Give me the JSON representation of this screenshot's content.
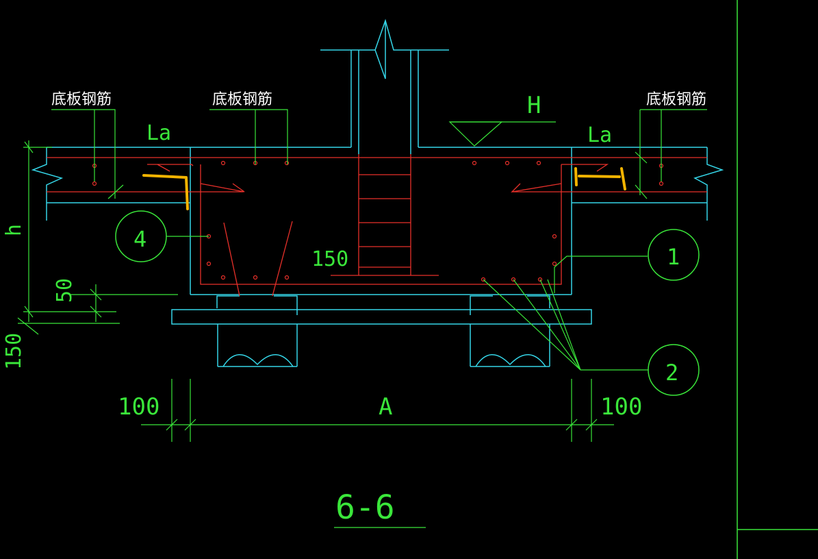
{
  "section_label": "6-6",
  "elevation_label": "H",
  "notes": {
    "left": "底板钢筋",
    "middle": "底板钢筋",
    "right": "底板钢筋"
  },
  "anchorage": {
    "left": "La",
    "right": "La"
  },
  "dimensions": {
    "height": "h",
    "cover": "50",
    "bottom_thickness": "150",
    "beam_dim": "150",
    "left_offset": "100",
    "span": "A",
    "right_offset": "100"
  },
  "callouts": {
    "c1": "1",
    "c2": "2",
    "c4": "4"
  },
  "colors": {
    "background": "#000000",
    "concrete_outline": "#35d6e8",
    "rebar": "#e8302a",
    "dimension": "#3ae63a",
    "note_text": "#ffffff",
    "highlight": "#f5b400",
    "frame": "#3ae63a"
  }
}
